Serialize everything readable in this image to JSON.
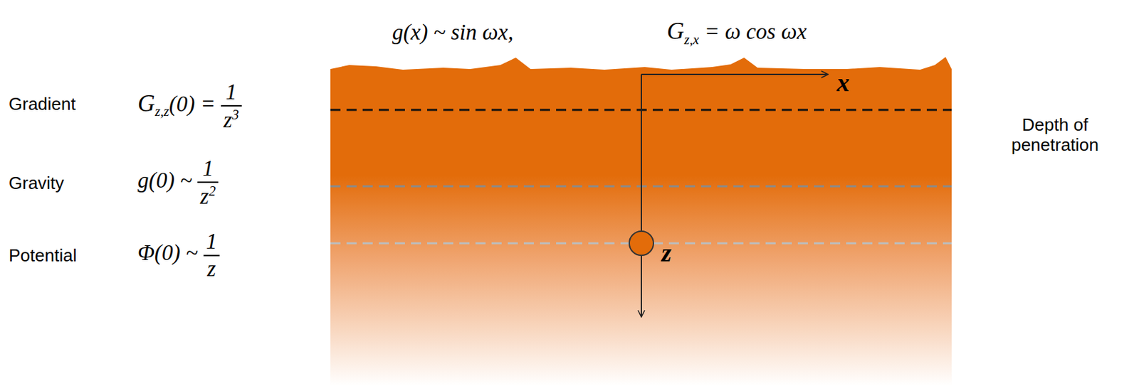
{
  "diagram": {
    "labels": [
      "g(x) ~ sin ωx,",
      "G",
      "z,x",
      "= ω cos ωx",
      "x",
      "Gradient",
      "G",
      "z,z",
      "(0) =",
      "1",
      "z",
      "3",
      "Depth of penetration",
      "Gravity",
      "g(0) ~",
      "1",
      "z",
      "2",
      "Potential",
      "Φ(0) ~",
      "1",
      "z",
      "z"
    ]
  }
}
